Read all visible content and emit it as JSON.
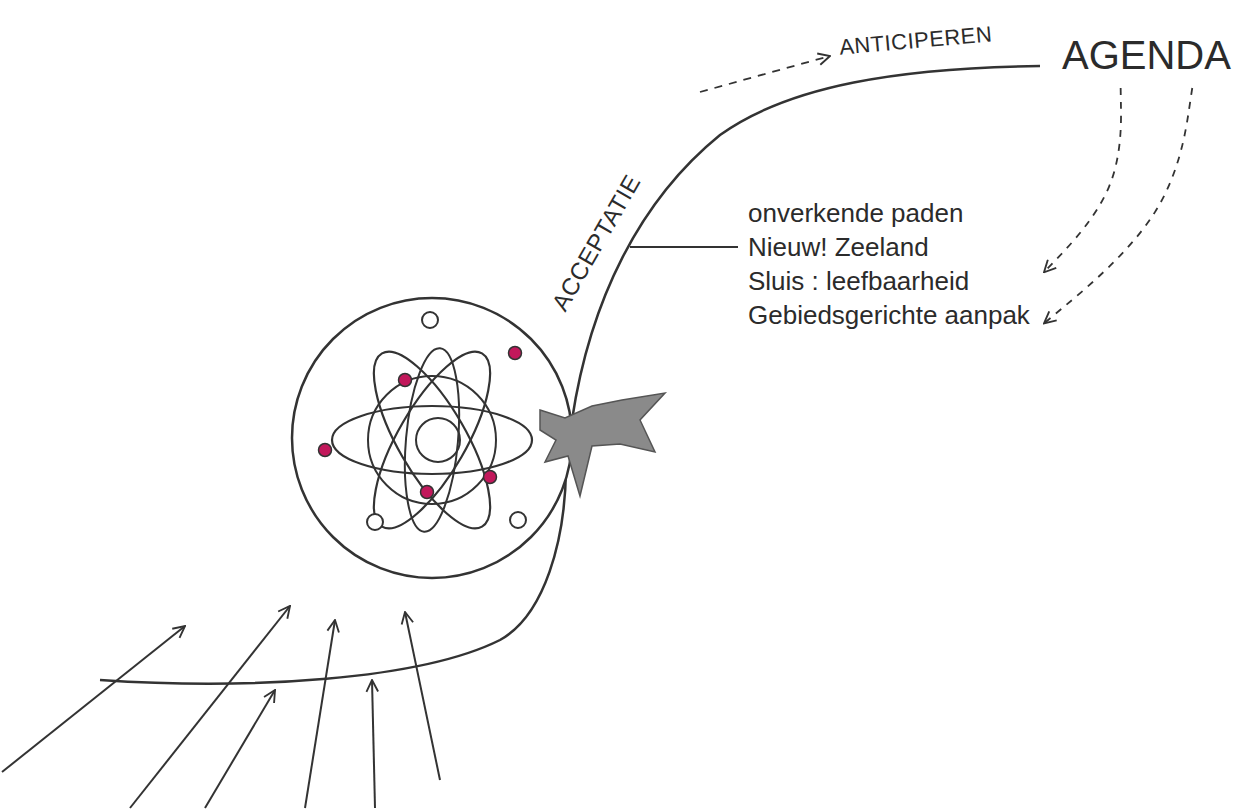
{
  "diagram": {
    "nodes": [
      {
        "text": [
          "AGENDA"
        ]
      },
      {
        "text": [
          "onverkende paden",
          "Nieuw! Zeeland",
          "Sluis : leefbaarheid",
          "Gebiedsgerichte aanpak"
        ]
      }
    ],
    "edges": [
      {
        "from": 0,
        "to": 1,
        "arrow": "to"
      },
      {
        "from": 0,
        "to": 1,
        "arrow": "to"
      }
    ],
    "labels": [
      "ANTICIPEREN",
      "ACCEPTATIE"
    ]
  }
}
